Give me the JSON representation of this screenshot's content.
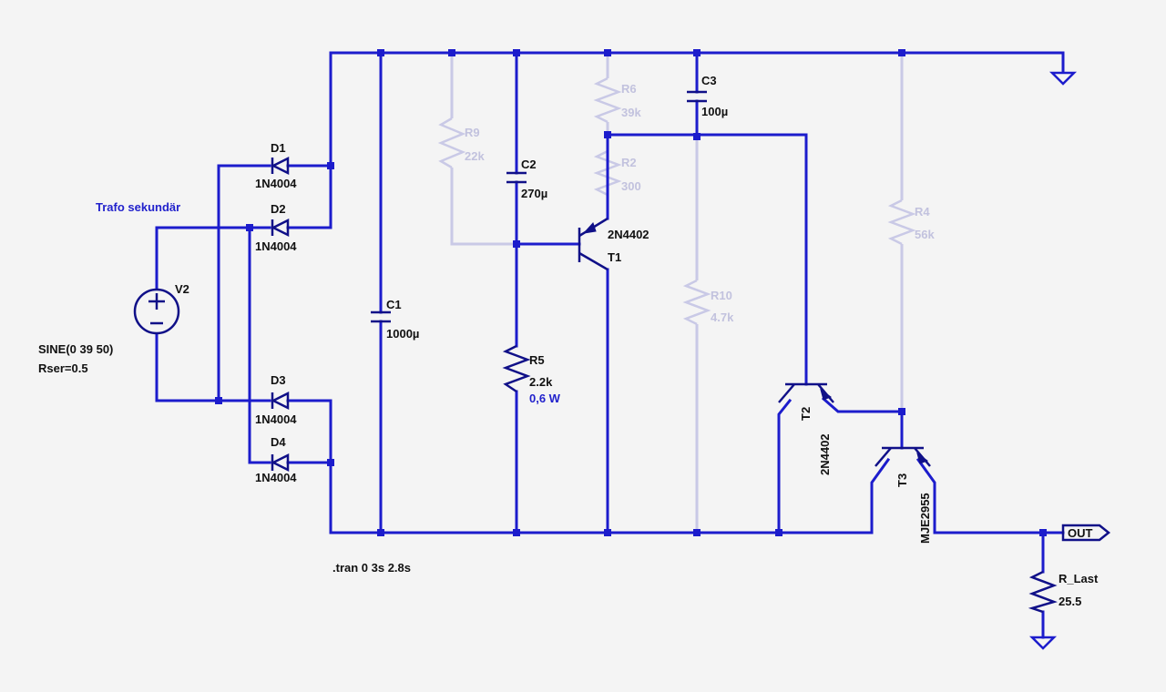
{
  "diagram": {
    "components": {
      "D1": {
        "ref": "D1",
        "value": "1N4004"
      },
      "D2": {
        "ref": "D2",
        "value": "1N4004"
      },
      "D3": {
        "ref": "D3",
        "value": "1N4004"
      },
      "D4": {
        "ref": "D4",
        "value": "1N4004"
      },
      "V2": {
        "ref": "V2",
        "value": "SINE(0 39 50)",
        "extra": "Rser=0.5"
      },
      "C1": {
        "ref": "C1",
        "value": "1000µ"
      },
      "C2": {
        "ref": "C2",
        "value": "270µ"
      },
      "C3": {
        "ref": "C3",
        "value": "100µ"
      },
      "R2": {
        "ref": "R2",
        "value": "300"
      },
      "R4": {
        "ref": "R4",
        "value": "56k"
      },
      "R5": {
        "ref": "R5",
        "value": "2.2k",
        "note": "0,6 W"
      },
      "R6": {
        "ref": "R6",
        "value": "39k"
      },
      "R9": {
        "ref": "R9",
        "value": "22k"
      },
      "R10": {
        "ref": "R10",
        "value": "4.7k"
      },
      "R_Last": {
        "ref": "R_Last",
        "value": "25.5"
      },
      "T1": {
        "ref": "T1",
        "value": "2N4402"
      },
      "T2": {
        "ref": "T2",
        "value": "2N4402"
      },
      "T3": {
        "ref": "T3",
        "value": "MJE2955"
      }
    },
    "labels": {
      "trafo": "Trafo sekundär",
      "directive": ".tran 0 3s 2.8s",
      "out_port": "OUT"
    },
    "colors": {
      "wire": "#1c1ccc",
      "component": "#101088",
      "faded": "#c9c9e6",
      "annotation": "#2222cc"
    }
  }
}
